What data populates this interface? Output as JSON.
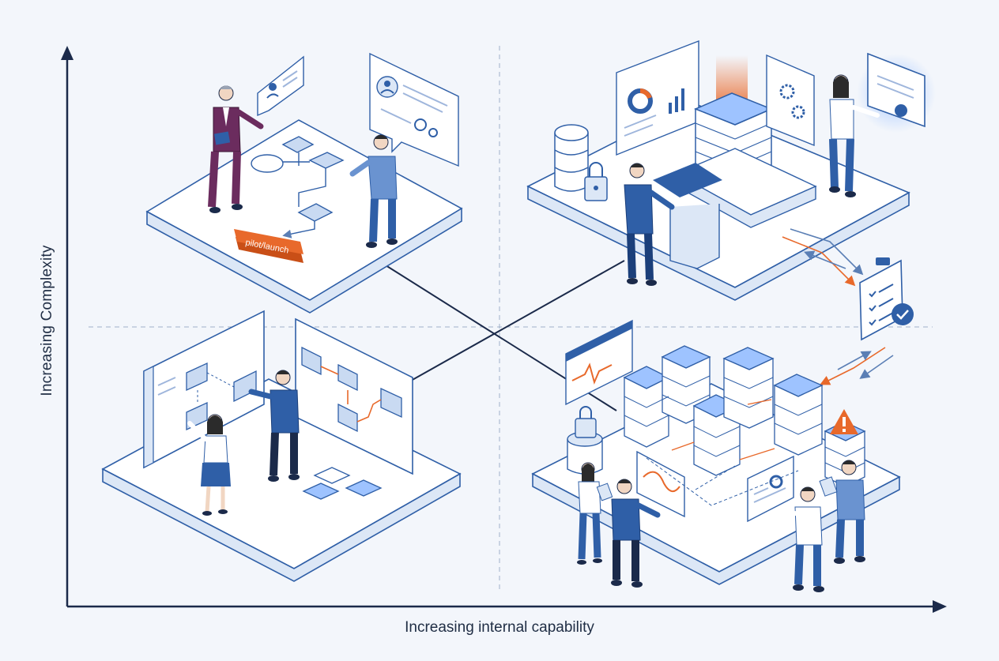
{
  "axes": {
    "y_label": "Increasing Complexity",
    "x_label": "Increasing internal capability"
  },
  "quadrants": {
    "top_left": {
      "tag_text": "pilot/launch"
    }
  },
  "colors": {
    "primary": "#2f5fa7",
    "primary_light": "#dce7f6",
    "accent": "#e8692b",
    "suit_purple": "#6b2c5e",
    "axis": "#1b2a4a",
    "platform": "#ffffff",
    "background": "#f3f6fb"
  }
}
